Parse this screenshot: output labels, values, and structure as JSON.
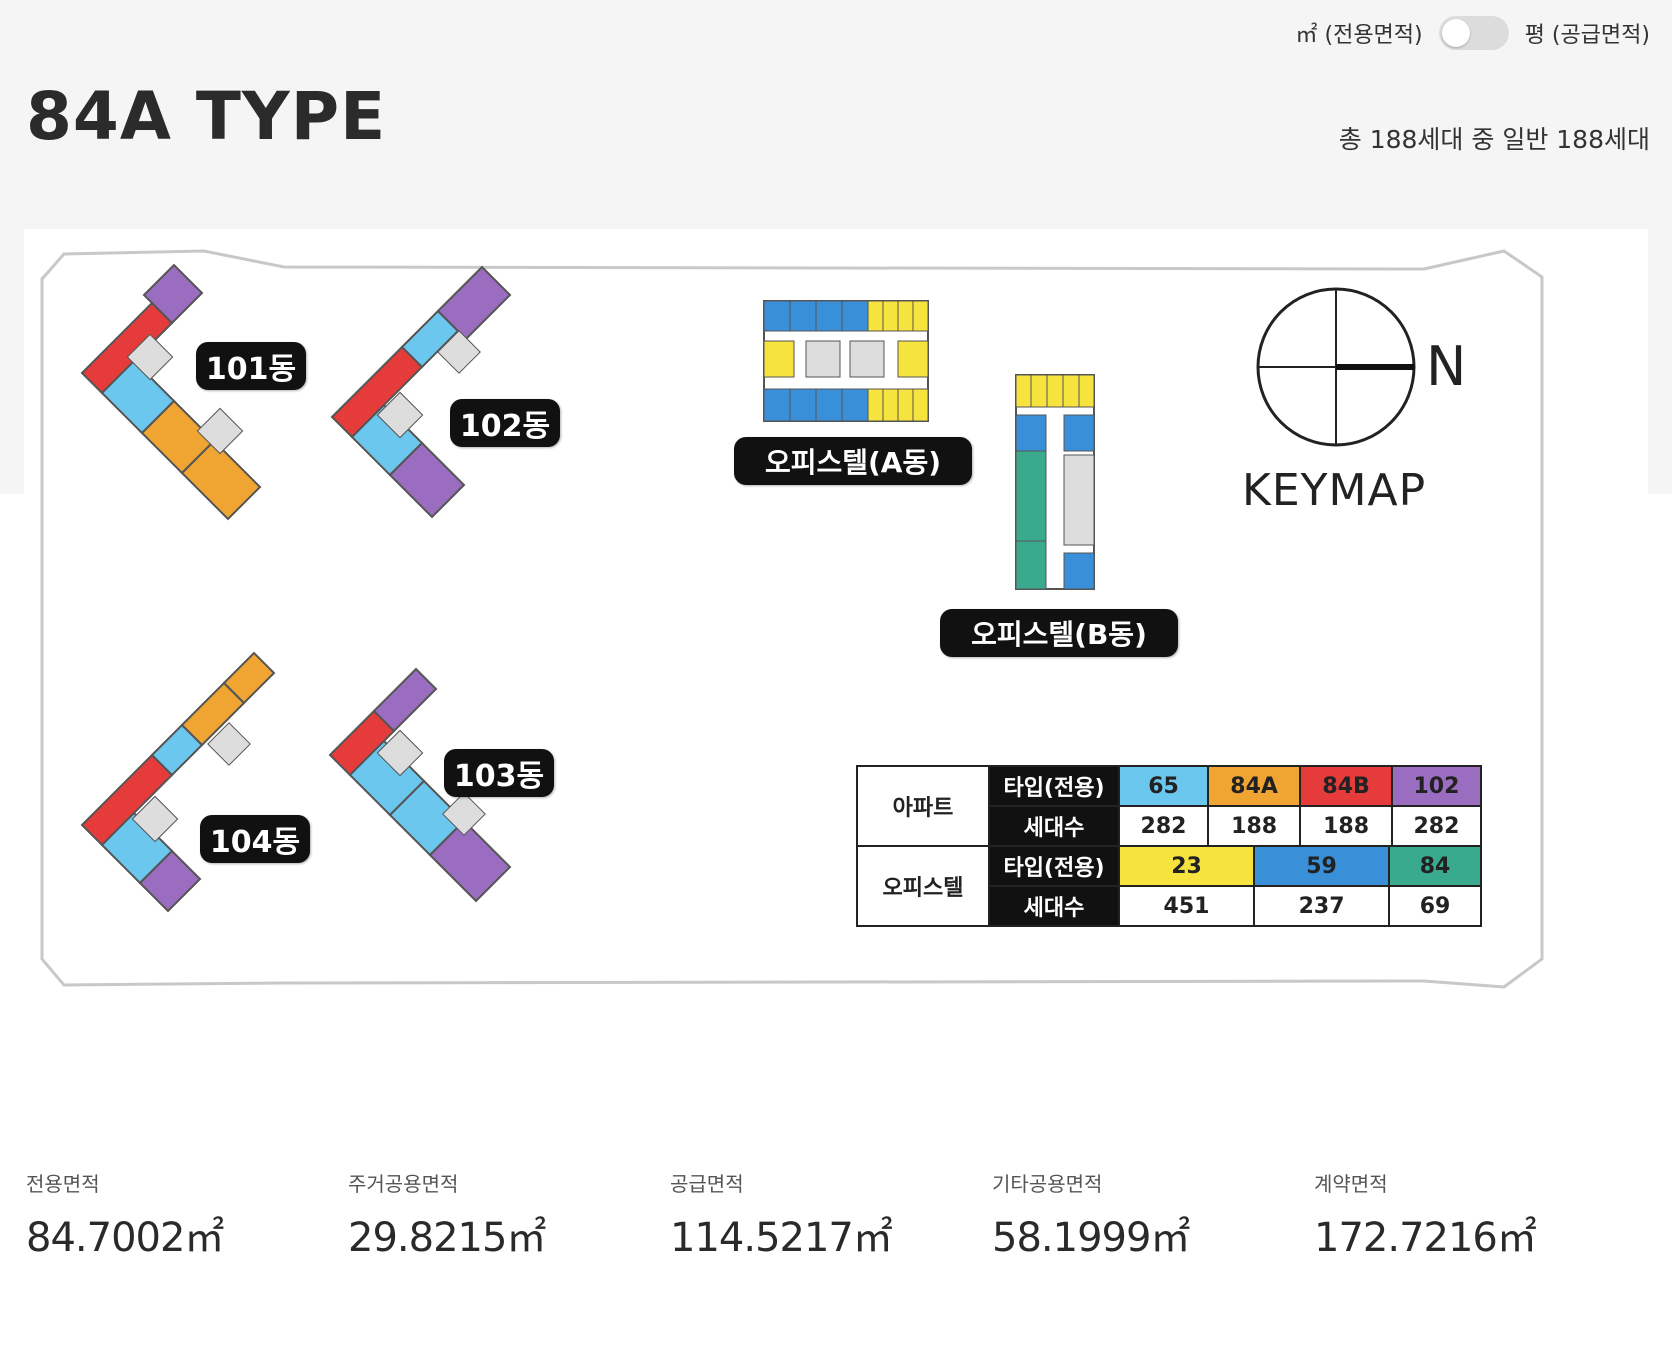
{
  "unit_toggle": {
    "sqm_label": "㎡ (전용면적)",
    "pyeong_label": "평 (공급면적)"
  },
  "type_title": "84A TYPE",
  "households": "총 188세대 중 일반 188세대",
  "keymap": {
    "buildings": {
      "b101": "101동",
      "b102": "102동",
      "b103": "103동",
      "b104": "104동",
      "officeA": "오피스텔(A동)",
      "officeB": "오피스텔(B동)"
    },
    "compass_letter": "N",
    "keymap_label": "KEYMAP",
    "colors": {
      "t65": "#6cc7ee",
      "t84A": "#f0a533",
      "t84B": "#e63b3b",
      "t102": "#9b6dc0",
      "o23": "#f7e33e",
      "o59": "#3a8fd9",
      "o84": "#3aaa8f"
    },
    "legend": {
      "apt": {
        "group": "아파트",
        "type_header": "타입(전용)",
        "count_header": "세대수",
        "types": [
          "65",
          "84A",
          "84B",
          "102"
        ],
        "counts": [
          "282",
          "188",
          "188",
          "282"
        ]
      },
      "office": {
        "group": "오피스텔",
        "type_header": "타입(전용)",
        "count_header": "세대수",
        "types": [
          "23",
          "59",
          "84"
        ],
        "counts": [
          "451",
          "237",
          "69"
        ]
      }
    }
  },
  "areas": [
    {
      "label": "전용면적",
      "value": "84.7002㎡"
    },
    {
      "label": "주거공용면적",
      "value": "29.8215㎡"
    },
    {
      "label": "공급면적",
      "value": "114.5217㎡"
    },
    {
      "label": "기타공용면적",
      "value": "58.1999㎡"
    },
    {
      "label": "계약면적",
      "value": "172.7216㎡"
    }
  ]
}
